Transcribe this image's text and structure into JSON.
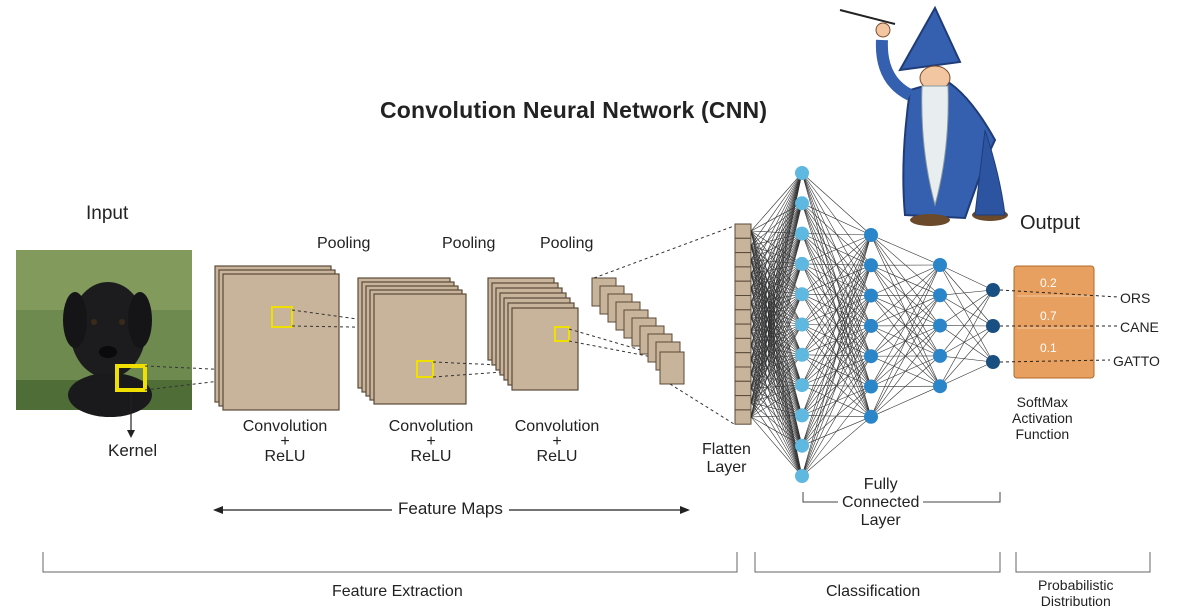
{
  "title": "Convolution  Neural  Network (CNN)",
  "labels": {
    "input": "Input",
    "output": "Output",
    "kernel": "Kernel",
    "pooling": [
      "Pooling",
      "Pooling",
      "Pooling"
    ],
    "conv_top": [
      "Convolution",
      "Convolution",
      "Convolution"
    ],
    "conv_plus": [
      "+",
      "+",
      "+"
    ],
    "conv_relu": [
      "ReLU",
      "ReLU",
      "ReLU"
    ],
    "flatten_line1": "Flatten",
    "flatten_line2": "Layer",
    "fc_line1": "Fully",
    "fc_line2": "Connected",
    "fc_line3": "Layer",
    "softmax_line1": "SoftMax",
    "softmax_line2": "Activation",
    "softmax_line3": "Function",
    "feature_maps": "Feature  Maps",
    "feature_extraction": "Feature Extraction",
    "classification": "Classification",
    "prob_line1": "Probabilistic",
    "prob_line2": "Distribution"
  },
  "outputs": [
    {
      "class_label": "ORS",
      "probability": "0.2"
    },
    {
      "class_label": "CANE",
      "probability": "0.7"
    },
    {
      "class_label": "GATTO",
      "probability": "0.1"
    }
  ],
  "colors": {
    "feature_map_fill": "#c8b49a",
    "feature_map_border": "#5a4a3a",
    "neuron_light": "#5fb8e0",
    "neuron_mid": "#2a86c8",
    "neuron_dark": "#1a4f82",
    "softmax_box": "#e8a060",
    "kernel_box": "#f0e000",
    "wizard_robe": "#3560b0"
  },
  "icons": [
    "dog-photo",
    "wizard-illustration",
    "double-arrow-icon",
    "down-arrow-icon"
  ]
}
